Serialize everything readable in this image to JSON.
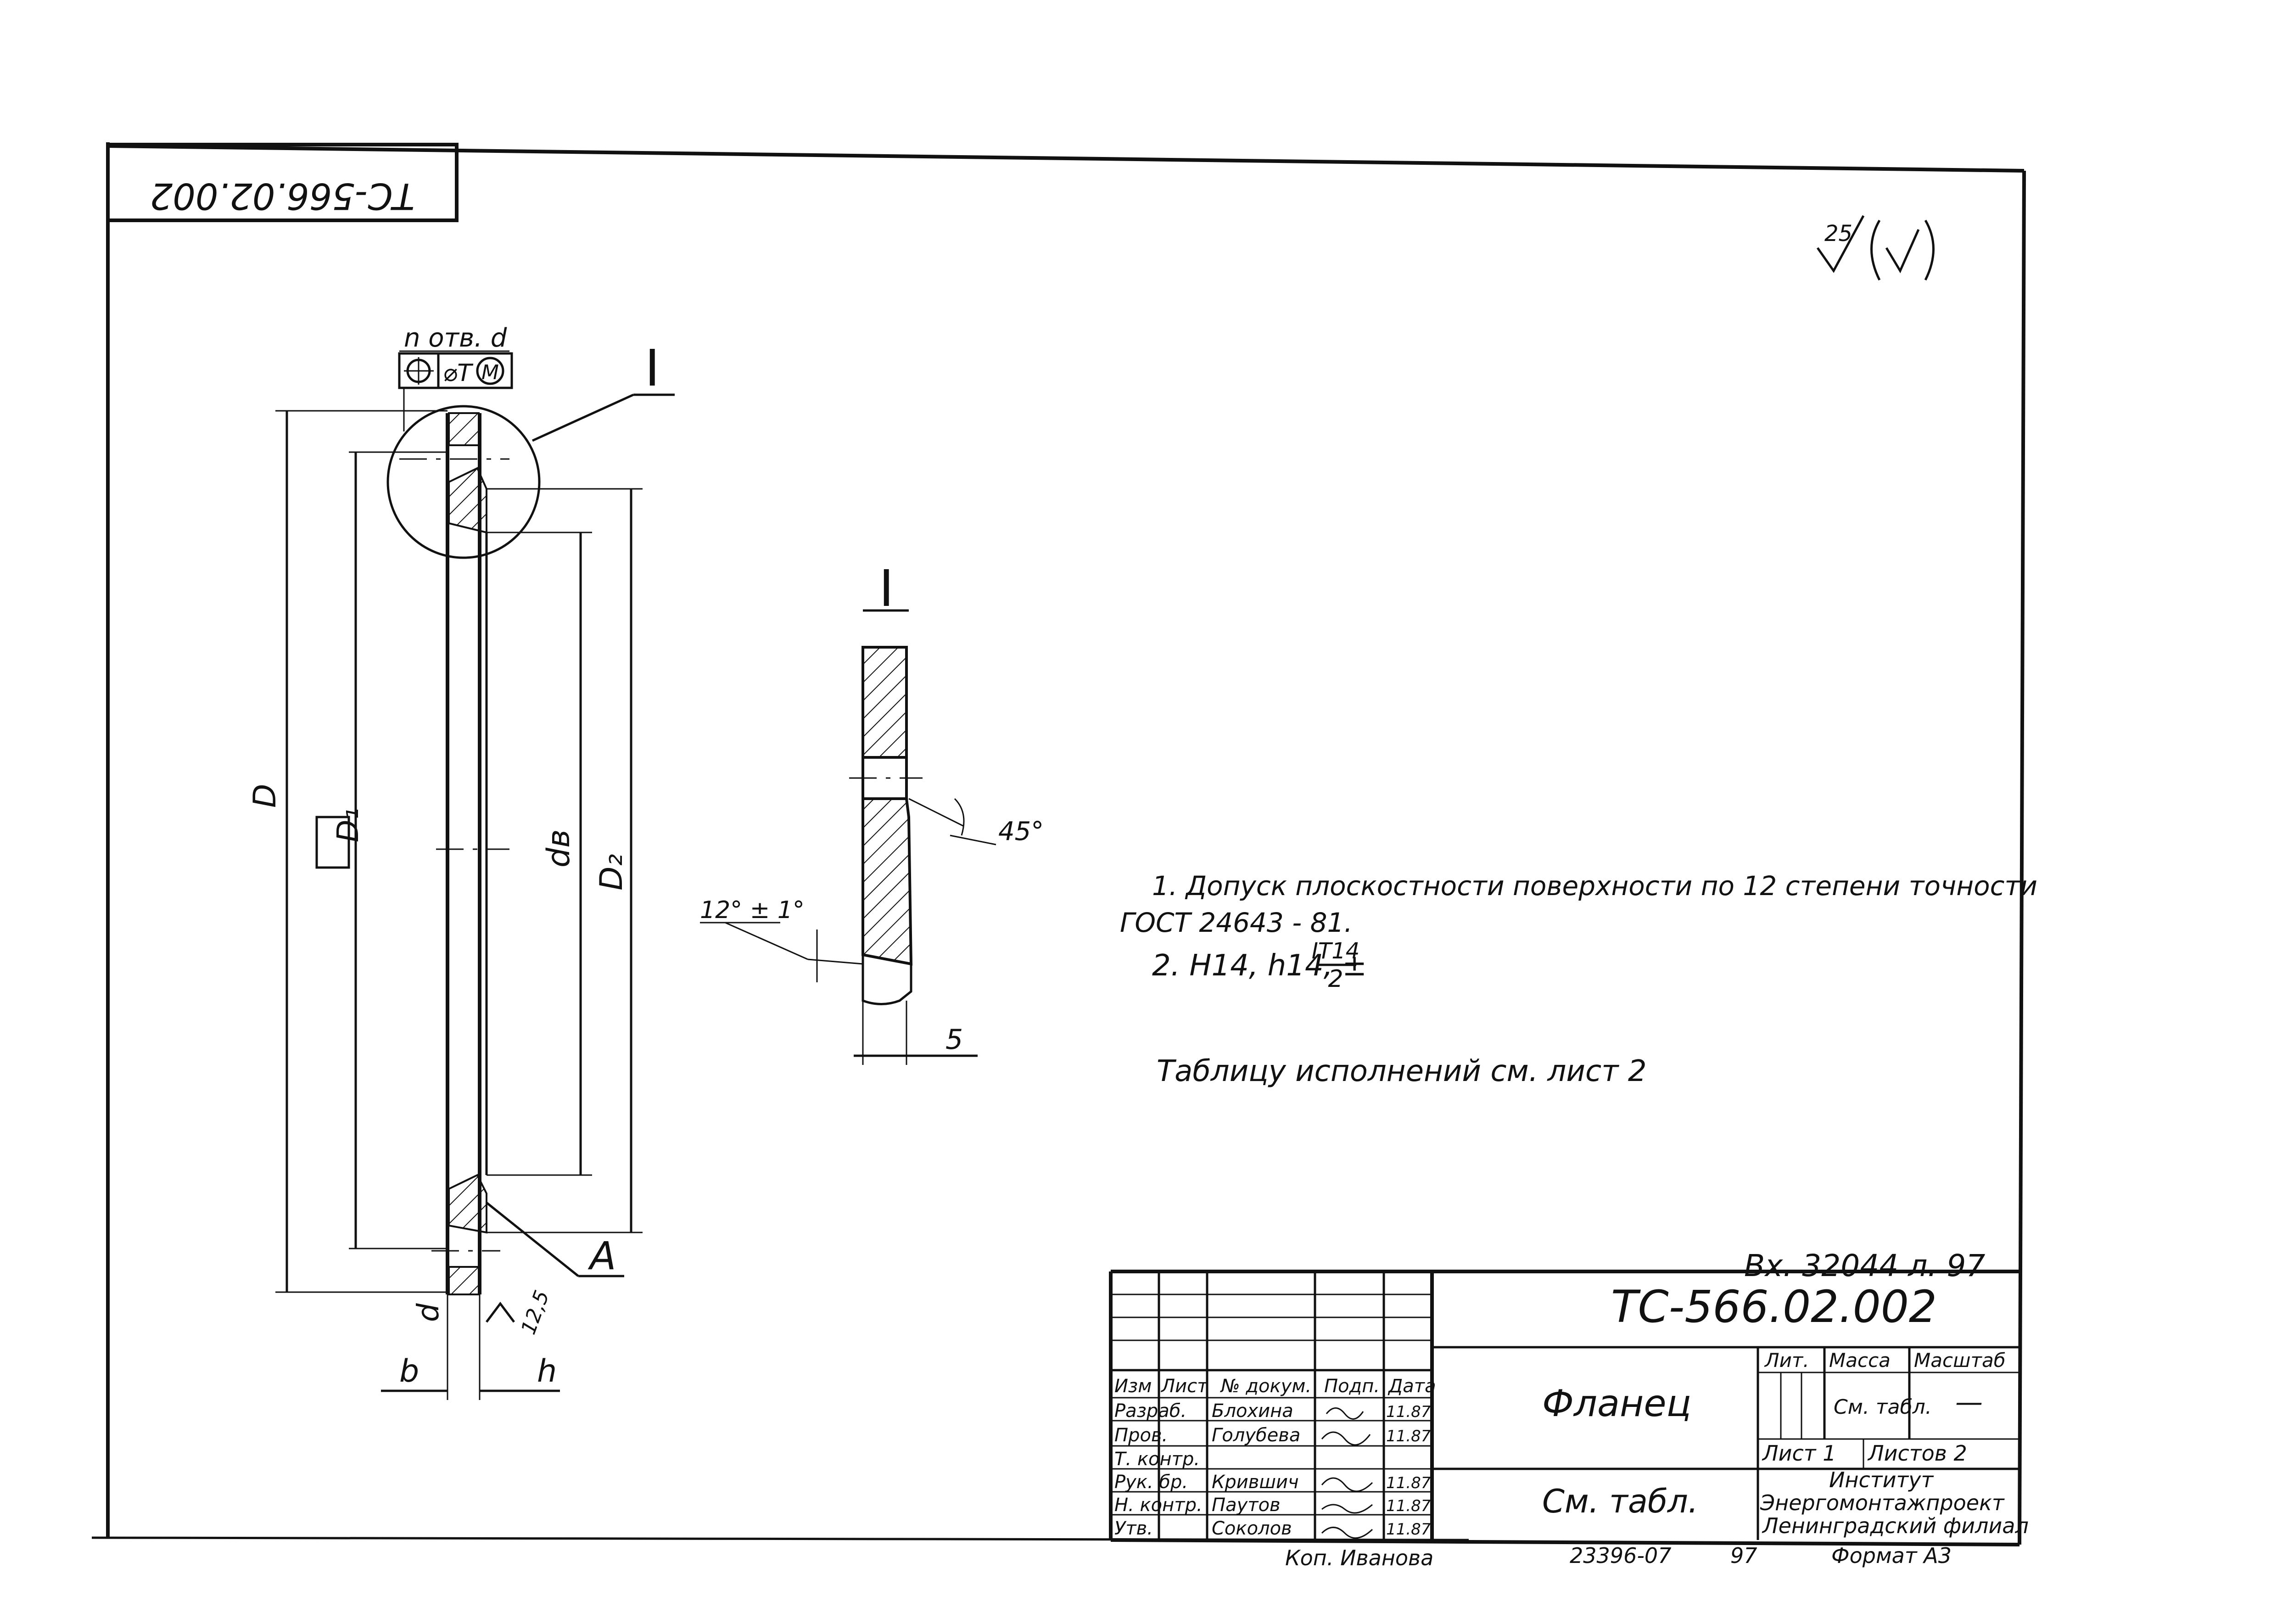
{
  "stamp_top": "ТС-566.02.002",
  "roughness": {
    "value": "25"
  },
  "hole_callout": {
    "label": "n отв. d",
    "tolerance": "⌀T",
    "modifier": "M"
  },
  "detail_mark": "I",
  "dims": {
    "D": "D",
    "D1": "D₁",
    "dB": "dв",
    "D2": "D₂",
    "d": "d",
    "b": "b",
    "h": "h",
    "A": "A",
    "rough_12_5": "12,5"
  },
  "detail": {
    "angle_45": "45°",
    "angle_12": "12° ± 1°",
    "dim_5": "5"
  },
  "notes": [
    "1. Допуск плоскостности поверхности по 12 степени точности",
    "ГОСТ 24643 - 81.",
    "2. H14,  h14,  ±"
  ],
  "note_fraction": {
    "num": "IT14",
    "den": "2"
  },
  "table_ref": "Таблицу исполнений см. лист 2",
  "registration": "Вх. 32044 л. 97",
  "title_block": {
    "designation": "ТС-566.02.002",
    "name": "Фланец",
    "material": "См. табл.",
    "headers": [
      "Изм",
      "Лист",
      "№ докум.",
      "Подп.",
      "Дата"
    ],
    "rows": [
      [
        "Разраб.",
        "Блохина",
        "11.87"
      ],
      [
        "Пров.",
        "Голубева",
        "11.87"
      ],
      [
        "Т. контр.",
        "",
        ""
      ],
      [
        "Рук. бр.",
        "Крившич",
        "11.87"
      ],
      [
        "Н. контр.",
        "Паутов",
        "11.87"
      ],
      [
        "Утв.",
        "Соколов",
        "11.87"
      ]
    ],
    "lit_label": "Лит.",
    "mass_label": "Масса",
    "scale_label": "Масштаб",
    "mass_value": "См. табл.",
    "scale_value": "—",
    "sheet": "Лист 1",
    "sheets": "Листов 2",
    "org_1": "Институт",
    "org_2": "Энергомонтажпроект",
    "org_3": "Ленинградский филиал"
  },
  "footer": {
    "copied": "Коп. Иванова",
    "number": "23396-07",
    "sheet_no": "97",
    "format": "Формат  А3"
  }
}
